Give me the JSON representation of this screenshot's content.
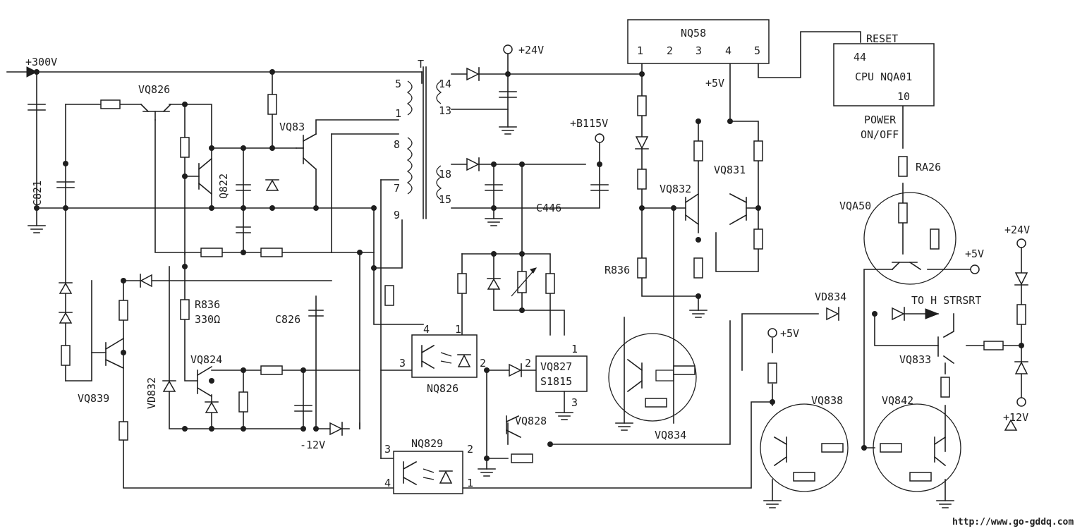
{
  "labels": {
    "v300": "+300V",
    "v24_top": "+24V",
    "vb115": "+B115V",
    "c821": "C821",
    "vq826": "VQ826",
    "vq83": "VQ83",
    "q822": "Q822",
    "c446": "C446",
    "nq58": "NQ58",
    "vq832_top": "VQ832",
    "vq831": "VQ831",
    "r836_top": "R836",
    "v5_top": "+5V",
    "reset": "RESET",
    "cpu_pin44": "44",
    "cpu_name": "CPU  NQA01",
    "cpu_pin10": "10",
    "power1": "POWER",
    "power2": "ON/OFF",
    "ra26": "RA26",
    "vqa50": "VQA50",
    "v5_right": "+5V",
    "v24_right": "+24V",
    "vd834": "VD834",
    "to_h": "TO  H  STRSRT",
    "vq833": "VQ833",
    "v12_right": "+12V",
    "v5_mid": "+5V",
    "vq838": "VQ838",
    "vq842": "VQ842",
    "vq834": "VQ834",
    "vq839": "VQ839",
    "r836_left": "R836",
    "r330": "330Ω",
    "c826": "C826",
    "vq824": "VQ824",
    "vd832": "VD832",
    "v12_neg": "-12V",
    "nq826": "NQ826",
    "vq827": "VQ827",
    "s1815": "S1815",
    "vq828": "VQ828",
    "nq829": "NQ829",
    "transformer": "T",
    "url": "http://www.go-gddq.com"
  },
  "pins": {
    "t5": "5",
    "t1": "1",
    "t8": "8",
    "t7": "7",
    "t9": "9",
    "t14": "14",
    "t13": "13",
    "t18": "18",
    "t15": "15",
    "nq58_1": "1",
    "nq58_2": "2",
    "nq58_3": "3",
    "nq58_4": "4",
    "nq58_5": "5",
    "nq826_4": "4",
    "nq826_1": "1",
    "nq826_3": "3",
    "nq826_2": "2",
    "vq827_1": "1",
    "vq827_2": "2",
    "vq827_3": "3",
    "nq829_3": "3",
    "nq829_2": "2",
    "nq829_4": "4",
    "nq829_1": "1"
  }
}
